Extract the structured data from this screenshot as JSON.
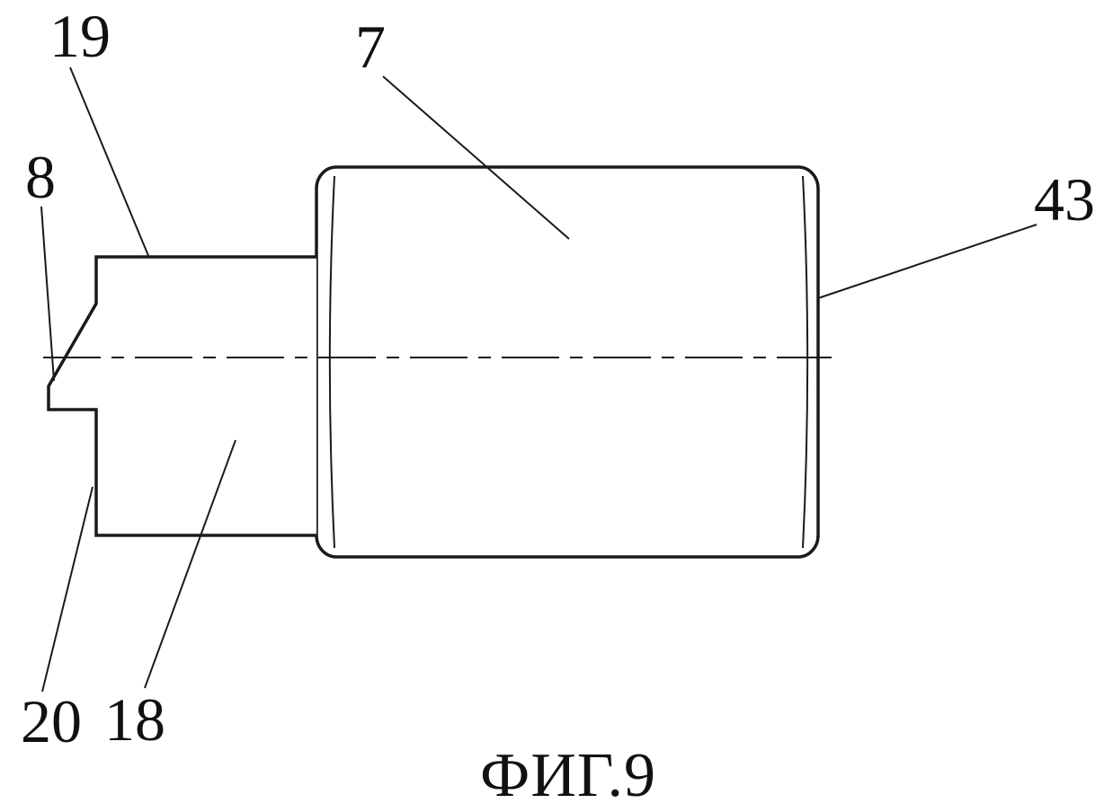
{
  "figure": {
    "caption": "ФИГ.9",
    "reference_labels": {
      "19": "19",
      "7": "7",
      "8": "8",
      "43": "43",
      "20": "20",
      "18": "18"
    }
  }
}
